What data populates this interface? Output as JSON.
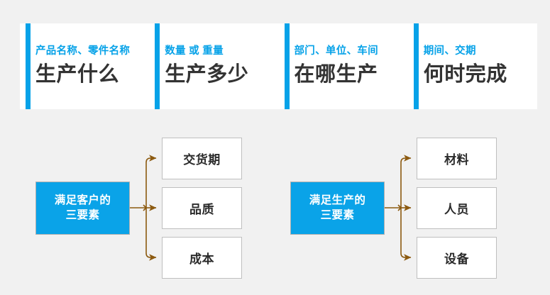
{
  "theme": {
    "background": "#f1f1f1",
    "accent_blue": "#06a2e8",
    "card_background": "#ffffff",
    "title_text": "#333333",
    "connector_brown": "#8c5a10",
    "box_border": "#bfbfbf"
  },
  "kpi_band": {
    "cards": [
      {
        "sub": "产品名称、零件名称",
        "title": "生产什么"
      },
      {
        "sub": "数量 或 重量",
        "title": "生产多少"
      },
      {
        "sub": "部门、单位、车间",
        "title": "在哪生产"
      },
      {
        "sub": "期间、交期",
        "title": "何时完成"
      }
    ]
  },
  "flow_groups": [
    {
      "id": "customer",
      "source": "满足客户的\n三要素",
      "source_line1": "满足客户的",
      "source_line2": "三要素",
      "targets": [
        {
          "label": "交货期"
        },
        {
          "label": "品质"
        },
        {
          "label": "成本"
        }
      ]
    },
    {
      "id": "production",
      "source": "满足生产的\n三要素",
      "source_line1": "满足生产的",
      "source_line2": "三要素",
      "targets": [
        {
          "label": "材料"
        },
        {
          "label": "人员"
        },
        {
          "label": "设备"
        }
      ]
    }
  ]
}
